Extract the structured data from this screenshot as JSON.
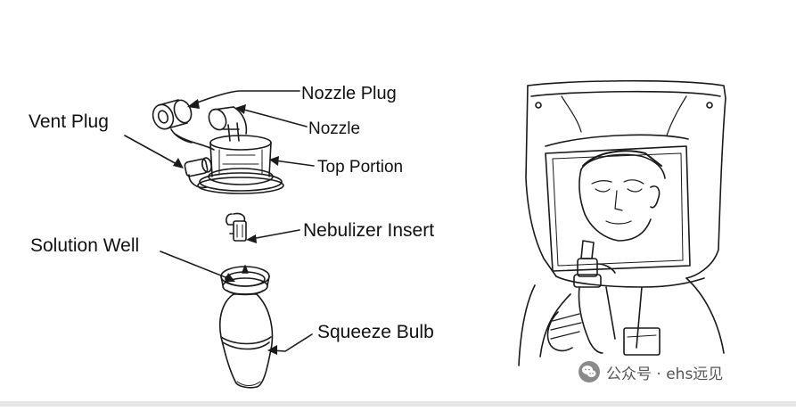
{
  "labels": {
    "nozzle_plug": "Nozzle Plug",
    "nozzle": "Nozzle",
    "vent_plug": "Vent Plug",
    "top_portion": "Top Portion",
    "nebulizer_insert": "Nebulizer Insert",
    "solution_well": "Solution Well",
    "squeeze_bulb": "Squeeze Bulb"
  },
  "watermark": {
    "text": "公众号 · ehs远见",
    "icon": "wechat-icon"
  },
  "colors": {
    "line": "#1a1a1a",
    "background": "#ffffff",
    "bottom_border": "#e6e6e6"
  }
}
